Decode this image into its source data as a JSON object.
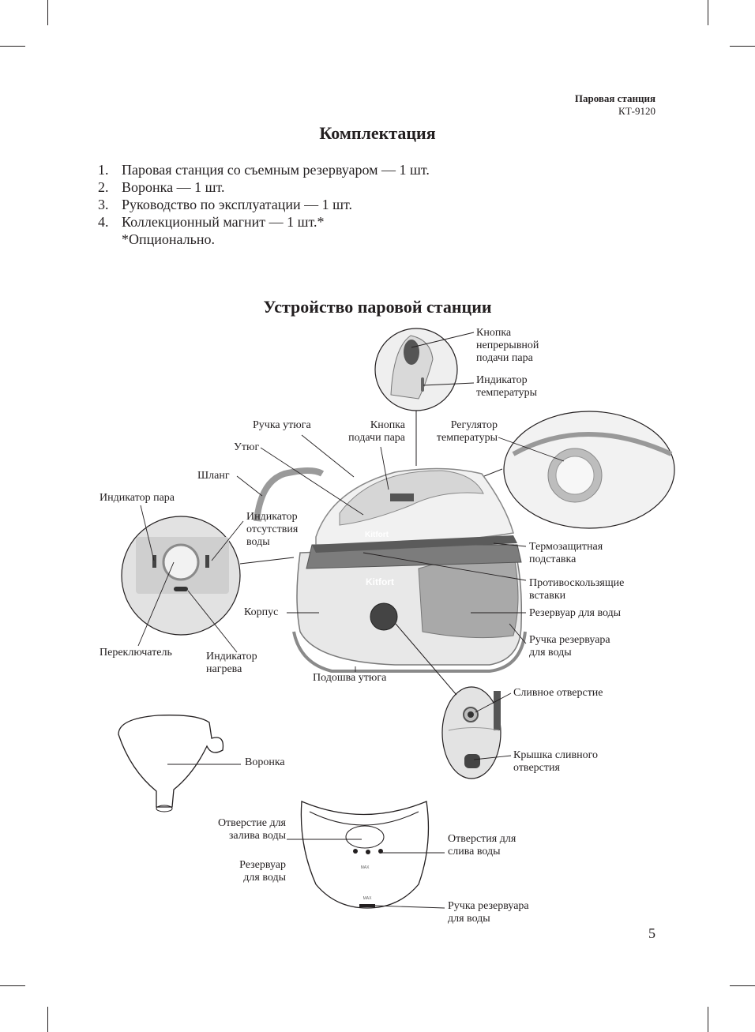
{
  "header": {
    "product": "Паровая станция",
    "model": "КТ-9120"
  },
  "section1": {
    "title": "Комплектация",
    "items": [
      {
        "num": "1.",
        "text": "Паровая станция со съемным резервуаром — 1 шт."
      },
      {
        "num": "2.",
        "text": "Воронка — 1 шт."
      },
      {
        "num": "3.",
        "text": "Руководство по эксплуатации — 1 шт."
      },
      {
        "num": "4.",
        "text": "Коллекционный магнит — 1 шт.*"
      }
    ],
    "note": "*Опционально."
  },
  "section2": {
    "title": "Устройство паровой станции",
    "labels": {
      "continuous_steam_button": "Кнопка\nнепрерывной\nподачи пара",
      "temperature_indicator": "Индикатор\nтемпературы",
      "iron_handle": "Ручка утюга",
      "steam_button": "Кнопка\nподачи пара",
      "temperature_regulator": "Регулятор\nтемпературы",
      "iron": "Утюг",
      "hose": "Шланг",
      "steam_indicator": "Индикатор пара",
      "no_water_indicator": "Индикатор\nотсутствия\nводы",
      "heat_resistant_stand": "Термозащитная\nподставка",
      "antislip_inserts": "Противоскользящие\nвставки",
      "body": "Корпус",
      "water_tank": "Резервуар для воды",
      "tank_handle": "Ручка резервуара\nдля воды",
      "switch": "Переключатель",
      "heating_indicator": "Индикатор\nнагрева",
      "soleplate": "Подошва утюга",
      "drain_hole": "Сливное отверстие",
      "drain_cap": "Крышка сливного\nотверстия",
      "funnel": "Воронка",
      "fill_opening": "Отверстие для\nзалива воды",
      "tank": "Резервуар\nдля воды",
      "drain_openings": "Отверстия для\nслива воды",
      "tank_handle_2": "Ручка резервуара\nдля воды"
    },
    "brand": "Kitfort",
    "tank_marks": {
      "max": "MAX"
    }
  },
  "page_number": "5"
}
